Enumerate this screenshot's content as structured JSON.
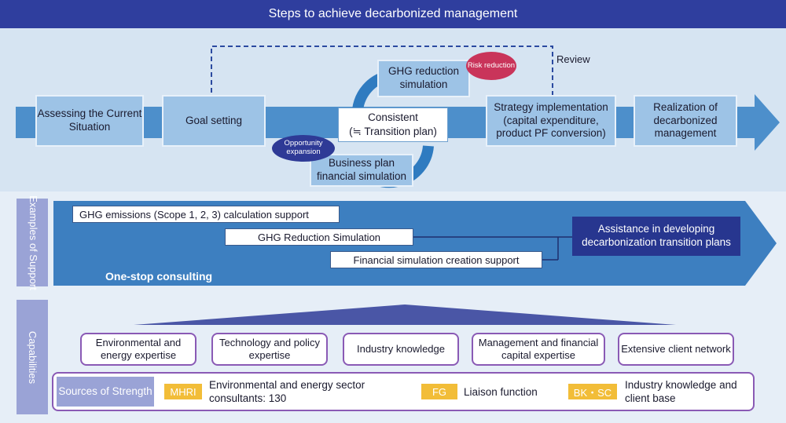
{
  "header": {
    "title": "Steps to achieve decarbonized management"
  },
  "flow": {
    "review_label": "Review",
    "steps": [
      "Assessing the Current Situation",
      "Goal setting",
      "Strategy implementation (capital expenditure, product PF conversion)",
      "Realization of decarbonized management"
    ],
    "center": {
      "consistent": "Consistent",
      "transition": "(≒ Transition plan)",
      "ghg_simulation": "GHG reduction simulation",
      "business_plan": "Business plan financial simulation",
      "risk_reduction": "Risk reduction",
      "opportunity_expansion": "Opportunity expansion"
    }
  },
  "support": {
    "tab_label": "Examples of Support",
    "items": [
      "GHG emissions (Scope 1, 2, 3) calculation support",
      "GHG Reduction Simulation",
      "Financial simulation creation support"
    ],
    "result": "Assistance in developing decarbonization transition plans",
    "one_stop": "One-stop consulting"
  },
  "capabilities": {
    "tab_label": "Capabilities",
    "items": [
      "Environmental and energy expertise",
      "Technology and policy expertise",
      "Industry knowledge",
      "Management and financial capital expertise",
      "Extensive client network"
    ],
    "sources_label": "Sources of Strength",
    "sources": [
      {
        "badge": "MHRI",
        "text": "Environmental and energy sector consultants: 130"
      },
      {
        "badge": "FG",
        "text": "Liaison function"
      },
      {
        "badge": "BK・SC",
        "text": "Industry knowledge and client base"
      }
    ]
  },
  "colors": {
    "header": "#2f3e9e",
    "step_fill": "#9dc3e6",
    "flow_arrow": "#4d8fcb",
    "support_arrow": "#3d7fc0",
    "dark_box": "#27368f",
    "risk_oval": "#c9345a",
    "opportunity_oval": "#2e3a96",
    "capability_border": "#8a5ab5",
    "badge": "#f2bd38",
    "side_tab": "#9aa3d6"
  }
}
